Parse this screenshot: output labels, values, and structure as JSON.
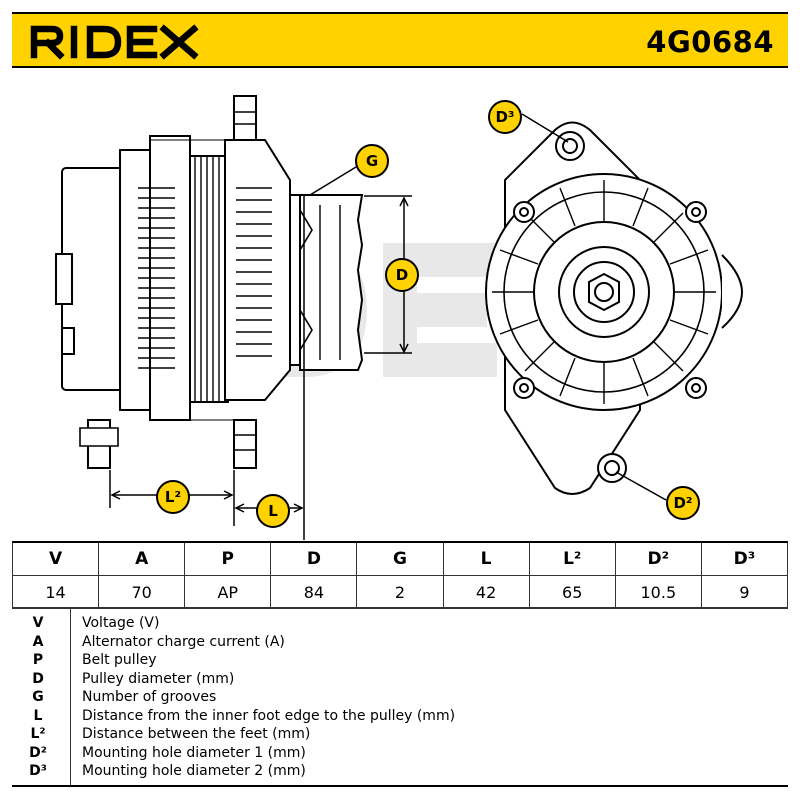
{
  "header": {
    "brand": "RIDEX",
    "part_number": "4G0684",
    "brand_color": "#ffd200"
  },
  "drawing": {
    "dimension_labels": [
      "G",
      "D",
      "L²",
      "L",
      "D³",
      "D²"
    ]
  },
  "specs": {
    "columns": [
      "V",
      "A",
      "P",
      "D",
      "G",
      "L",
      "L²",
      "D²",
      "D³"
    ],
    "values": [
      "14",
      "70",
      "AP",
      "84",
      "2",
      "42",
      "65",
      "10.5",
      "9"
    ]
  },
  "legend": [
    {
      "code": "V",
      "desc": "Voltage (V)"
    },
    {
      "code": "A",
      "desc": "Alternator charge current (A)"
    },
    {
      "code": "P",
      "desc": "Belt pulley"
    },
    {
      "code": "D",
      "desc": "Pulley diameter (mm)"
    },
    {
      "code": "G",
      "desc": "Number of grooves"
    },
    {
      "code": "L",
      "desc": "Distance from the inner foot edge to the pulley (mm)"
    },
    {
      "code": "L²",
      "desc": "Distance between the feet (mm)"
    },
    {
      "code": "D²",
      "desc": "Mounting hole diameter 1 (mm)"
    },
    {
      "code": "D³",
      "desc": "Mounting hole diameter 2 (mm)"
    }
  ]
}
